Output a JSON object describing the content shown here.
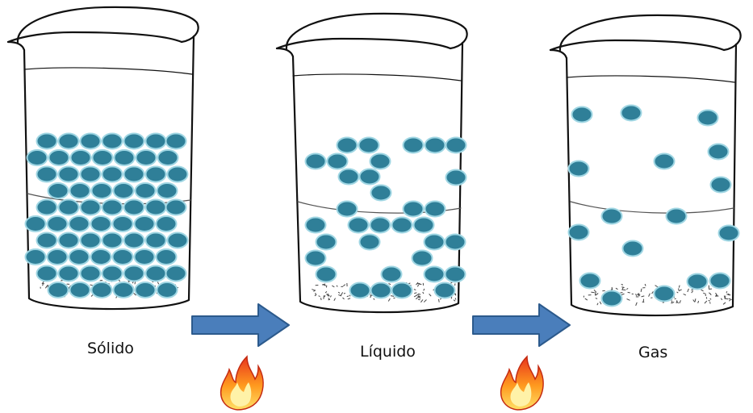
{
  "states": [
    {
      "id": "solid",
      "label": "Sólido"
    },
    {
      "id": "liquid",
      "label": "Líquido"
    },
    {
      "id": "gas",
      "label": "Gas"
    }
  ],
  "icons": {
    "arrow": "right-arrow-icon",
    "heat": "flame-icon"
  },
  "colors": {
    "particle_fill": "#2f7f98",
    "particle_stroke": "#9fd6e3",
    "arrow_fill": "#4a7ebb",
    "arrow_stroke": "#2c5a8c",
    "beaker_line": "#111111",
    "flame_outer": "#e8351d",
    "flame_inner": "#ffcc33"
  }
}
